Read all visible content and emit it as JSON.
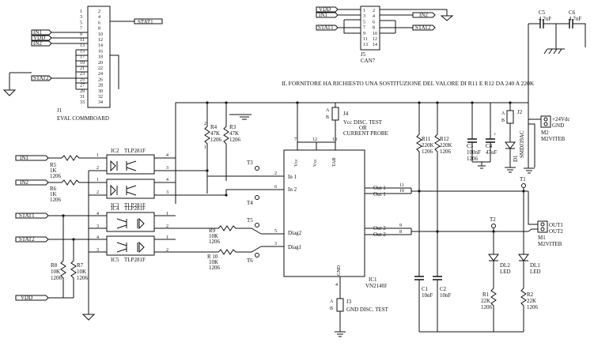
{
  "note": "IL FORNITORE HA RICHIESTO UNA SOSTITUZIONE DEL VALORE DI R11 E R12 DA 240 A 220K",
  "j1": {
    "ref": "J1",
    "name": "EVAL COMMBOARD",
    "left_pins": [
      "1",
      "3",
      "5",
      "7",
      "9",
      "11",
      "13",
      "15",
      "17",
      "19",
      "21",
      "23",
      "25",
      "27",
      "29",
      "31",
      "33"
    ],
    "right_pins": [
      "2",
      "4",
      "6",
      "8",
      "10",
      "12",
      "14",
      "16",
      "18",
      "20",
      "22",
      "24",
      "26",
      "28",
      "30",
      "32",
      "34"
    ]
  },
  "j5": {
    "ref": "J5",
    "name": "CAN7",
    "left_pins": [
      "1",
      "3",
      "5",
      "7",
      "9",
      "11",
      "13"
    ],
    "right_pins": [
      "2",
      "4",
      "6",
      "8",
      "10",
      "12",
      "14"
    ]
  },
  "nets": {
    "stat1": "STAT1",
    "stat2": "STAT2",
    "in1": "IN1",
    "in2": "IN2",
    "vdd": "VDD"
  },
  "components": {
    "c5": {
      "ref": "C5",
      "value": "4.7nF"
    },
    "c6": {
      "ref": "C6",
      "value": "4.7nF"
    },
    "r5": {
      "ref": "R5",
      "value": "1K",
      "pkg": "1206"
    },
    "r6": {
      "ref": "R6",
      "value": "1K",
      "pkg": "1206"
    },
    "r4": {
      "ref": "R4",
      "value": "47K",
      "pkg": "1206"
    },
    "r3": {
      "ref": "R3",
      "value": "47K",
      "pkg": "1206"
    },
    "r9": {
      "ref": "R9",
      "value": "10K",
      "pkg": "1206"
    },
    "r10": {
      "ref": "R 10",
      "value": "10K",
      "pkg": "1206"
    },
    "r8": {
      "ref": "R8",
      "value": "10K",
      "pkg": "1206"
    },
    "r7": {
      "ref": "R7",
      "value": "10K",
      "pkg": "1206"
    },
    "r11": {
      "ref": "R11",
      "value": "220K",
      "pkg": "1206"
    },
    "r12": {
      "ref": "R12",
      "value": "220K",
      "pkg": "1206"
    },
    "r1": {
      "ref": "R1",
      "value": "22K",
      "pkg": "1206"
    },
    "r2": {
      "ref": "R2",
      "value": "22K",
      "pkg": "1206"
    },
    "c3": {
      "ref": "C3",
      "value": "100nF",
      "pkg": "1206"
    },
    "c4": {
      "ref": "C4",
      "value": "47uF"
    },
    "c1": {
      "ref": "C1",
      "value": "10nF"
    },
    "c2": {
      "ref": "C2",
      "value": "10nF"
    },
    "d1": {
      "ref": "D1",
      "value": "SMDJ39AC"
    },
    "dl2": {
      "ref": "DL2",
      "value": "LED"
    },
    "dl1": {
      "ref": "DL1",
      "value": "LED"
    },
    "ic2": {
      "ref": "IC2",
      "value": "TLP281F"
    },
    "ic3": {
      "ref": "IC3",
      "value": "TLP281F"
    },
    "ic4": {
      "ref": "IC4",
      "value": "TLP281F"
    },
    "ic5": {
      "ref": "IC5",
      "value": "TLP281F"
    },
    "ic1": {
      "ref": "IC1",
      "value": "VN2140J"
    }
  },
  "connectors": {
    "j4": {
      "ref": "J4",
      "desc1": "Vcc DISC. TEST",
      "desc2": "OR",
      "desc3": "CURRENT PROBE",
      "a": "A",
      "b": "B"
    },
    "j2": {
      "ref": "J2",
      "a": "A",
      "b": "B"
    },
    "j3": {
      "ref": "J3",
      "desc": "GND DISC. TEST",
      "a": "A",
      "b": "B"
    },
    "m2": {
      "ref": "M2",
      "name": "M2VITEB",
      "l1": "+24Vdc",
      "l2": "GND"
    },
    "m1": {
      "ref": "M1",
      "name": "M2VITEB",
      "l1": "OUT1",
      "l2": "OUT2"
    }
  },
  "ic1_pins": {
    "vcc": "Vcc",
    "tab": "TAB",
    "in1": "In 1",
    "in2": "In 2",
    "diag2": "Diag2",
    "diag1": "Diag1",
    "gnd": "GND",
    "out1": "Out 1",
    "out2": "Out 2"
  },
  "test_points": [
    "T3",
    "T4",
    "T5",
    "T6",
    "T1",
    "T2"
  ]
}
